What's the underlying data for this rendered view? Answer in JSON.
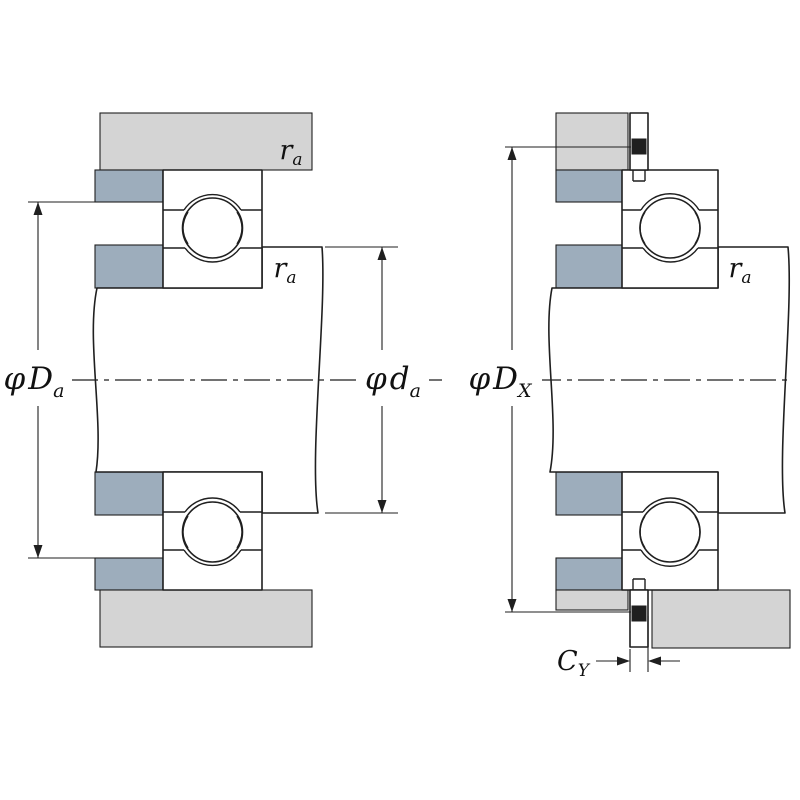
{
  "colors": {
    "housing_light": "#d4d4d4",
    "housing_dark": "#9dadbc",
    "line_color": "#1f1f1f",
    "background": "#ffffff"
  },
  "left_view": {
    "housing_shoulder_dia_label": {
      "sym": "φ",
      "main": "D",
      "sub": "a"
    },
    "shaft_shoulder_dia_label": {
      "sym": "φ",
      "main": "d",
      "sub": "a"
    },
    "housing_fillet_label": {
      "main": "r",
      "sub": "a"
    },
    "shaft_fillet_label": {
      "main": "r",
      "sub": "a"
    }
  },
  "right_view": {
    "snap_ring_dia_label": {
      "sym": "φ",
      "main": "D",
      "sub": "X"
    },
    "shaft_fillet_label": {
      "main": "r",
      "sub": "a"
    },
    "snap_ring_clearance_label": {
      "main": "C",
      "sub": "Y"
    }
  }
}
